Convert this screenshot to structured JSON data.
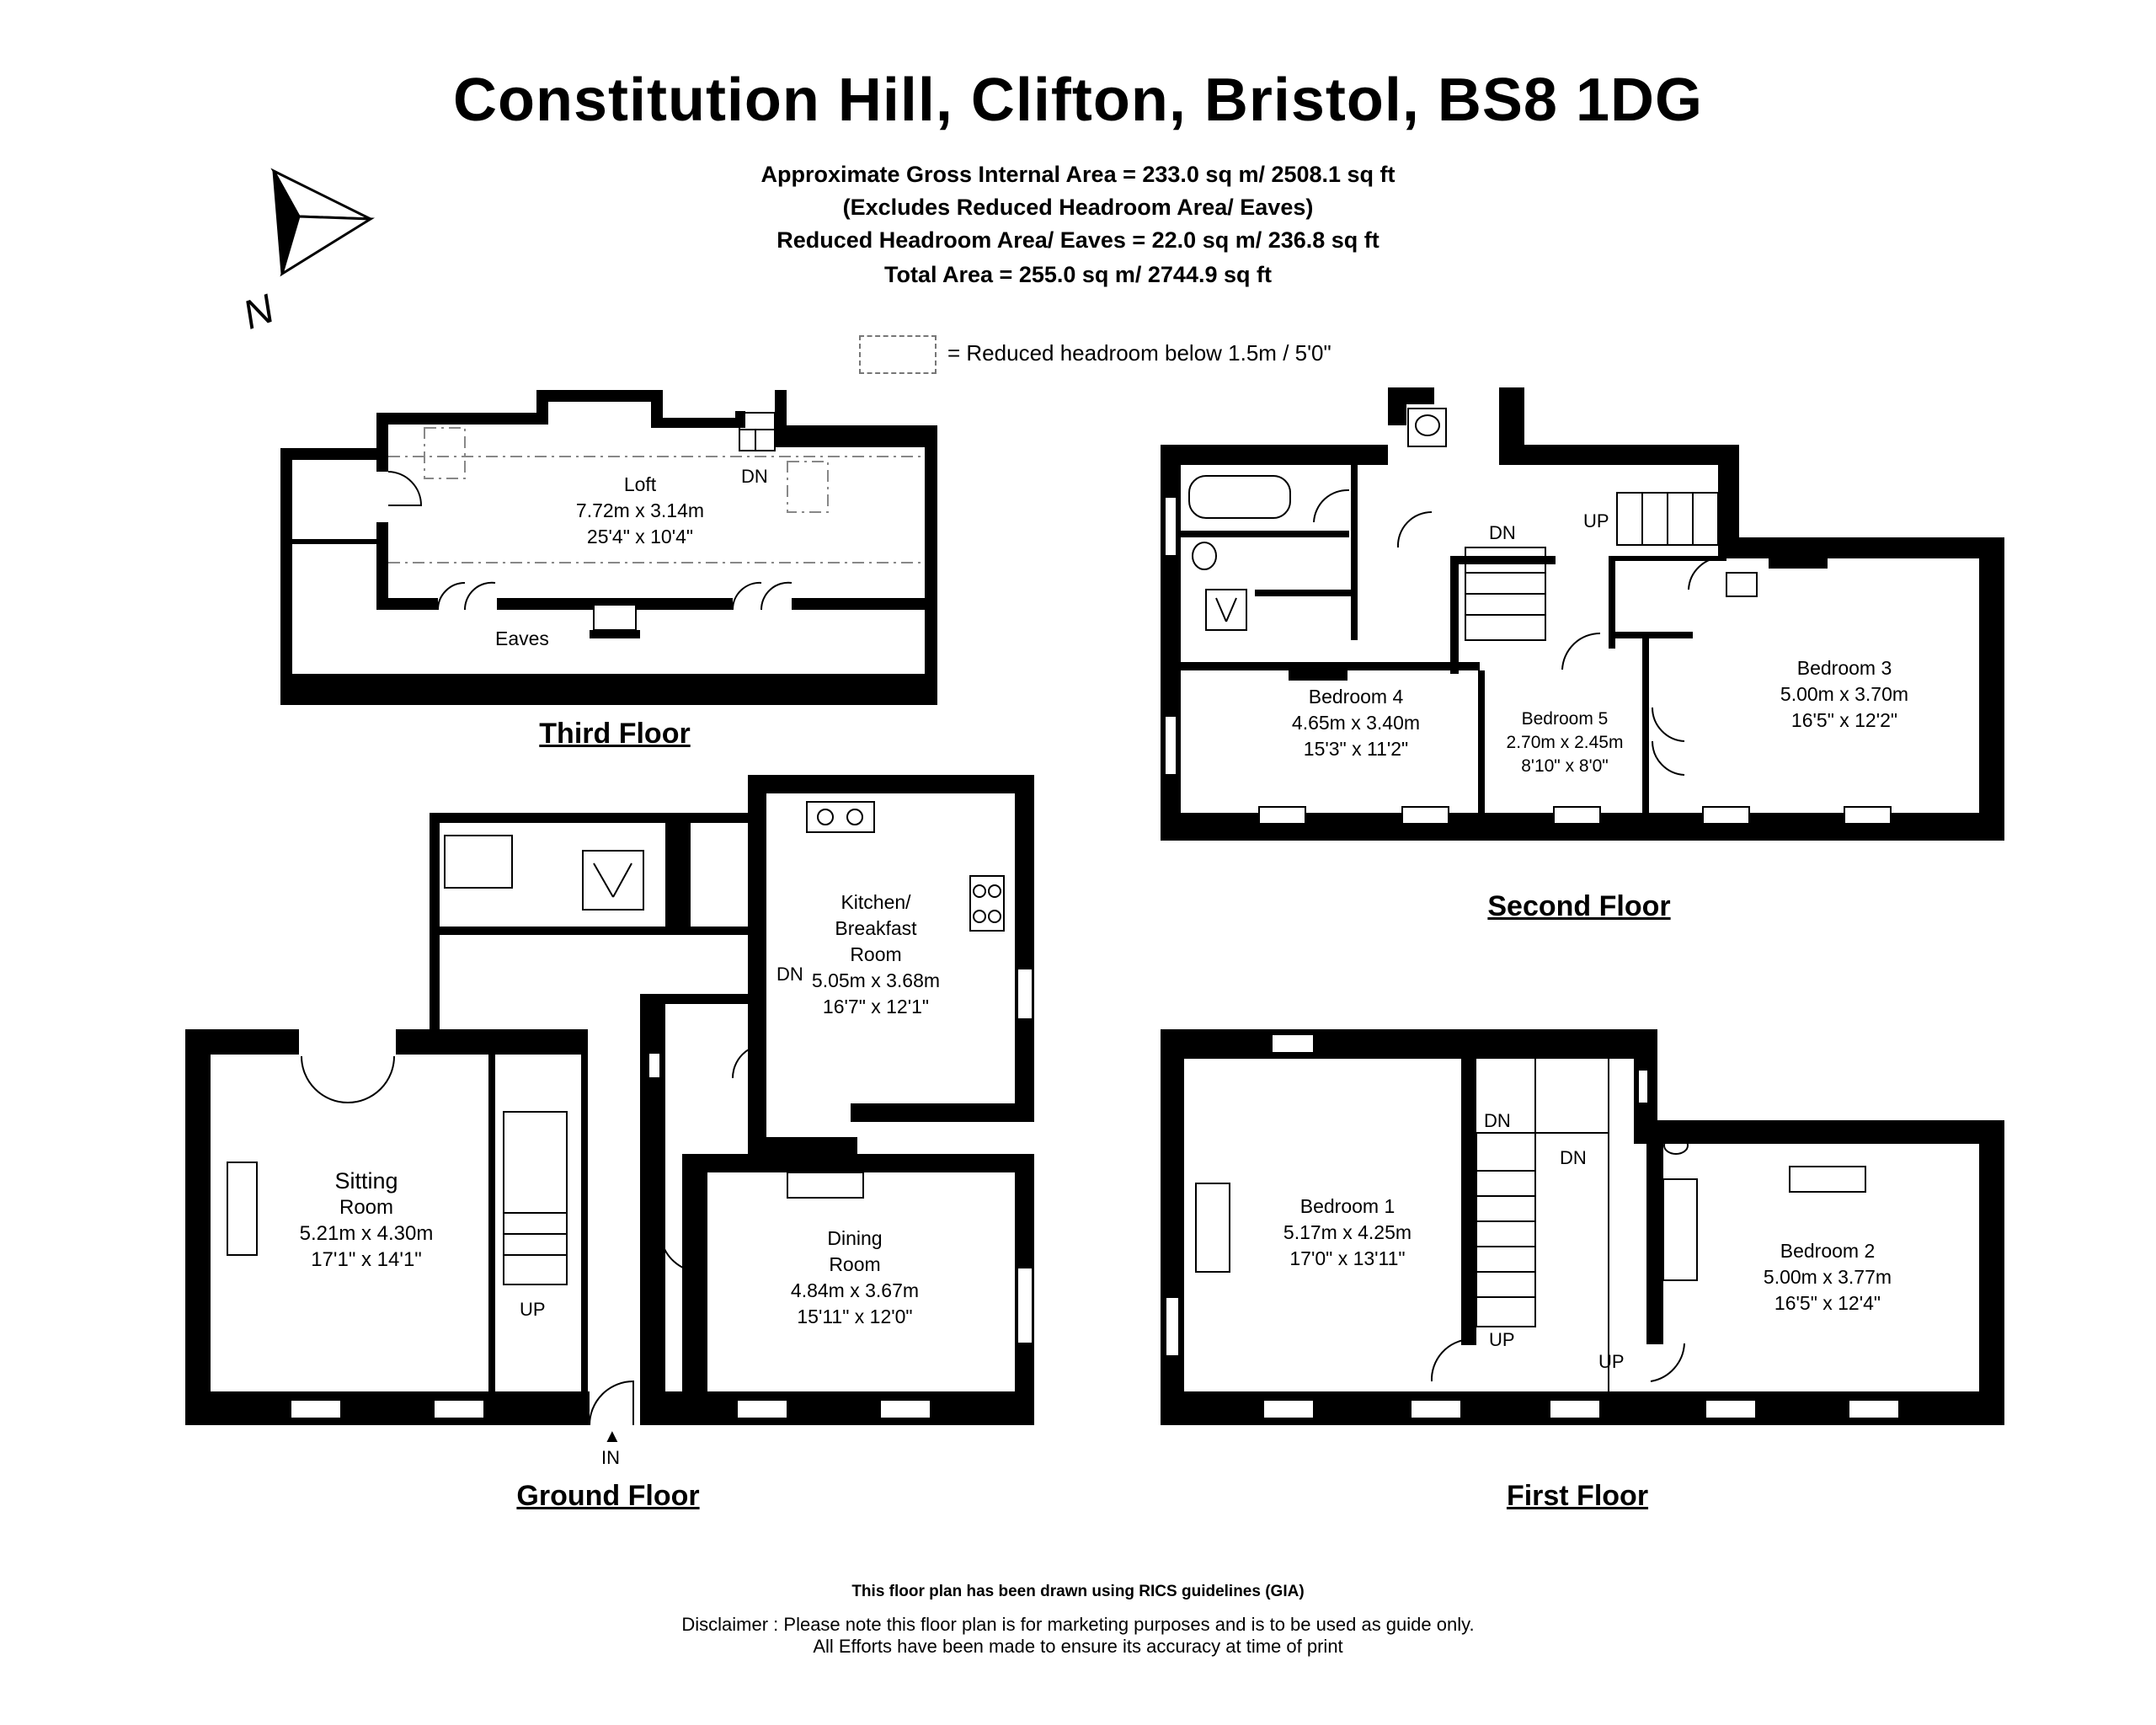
{
  "title": "Constitution Hill, Clifton, Bristol, BS8 1DG",
  "areas": {
    "gross": "Approximate Gross Internal Area = 233.0 sq m/ 2508.1 sq ft",
    "excludes": "(Excludes Reduced Headroom Area/ Eaves)",
    "reduced": "Reduced Headroom Area/ Eaves = 22.0 sq m/ 236.8 sq ft",
    "total": "Total Area = 255.0 sq m/ 2744.9 sq ft"
  },
  "legend": "= Reduced headroom below 1.5m / 5'0\"",
  "compass_label": "N",
  "floors": {
    "third": {
      "title": "Third Floor",
      "loft": {
        "name": "Loft",
        "metric": "7.72m x 3.14m",
        "imperial": "25'4\" x 10'4\""
      },
      "eaves": "Eaves",
      "dn": "DN"
    },
    "second": {
      "title": "Second Floor",
      "bedroom4": {
        "name": "Bedroom 4",
        "metric": "4.65m x 3.40m",
        "imperial": "15'3\" x 11'2\""
      },
      "bedroom5": {
        "name": "Bedroom 5",
        "metric": "2.70m x 2.45m",
        "imperial": "8'10\" x 8'0\""
      },
      "bedroom3": {
        "name": "Bedroom 3",
        "metric": "5.00m x 3.70m",
        "imperial": "16'5\" x 12'2\""
      },
      "dn": "DN",
      "up": "UP"
    },
    "ground": {
      "title": "Ground Floor",
      "kitchen": {
        "name1": "Kitchen/",
        "name2": "Breakfast",
        "name3": "Room",
        "metric": "5.05m x 3.68m",
        "imperial": "16'7\" x 12'1\""
      },
      "sitting": {
        "name1": "Sitting",
        "name2": "Room",
        "metric": "5.21m x 4.30m",
        "imperial": "17'1\" x 14'1\""
      },
      "dining": {
        "name1": "Dining",
        "name2": "Room",
        "metric": "4.84m x 3.67m",
        "imperial": "15'11\" x 12'0\""
      },
      "dn": "DN",
      "up": "UP",
      "in": "IN"
    },
    "first": {
      "title": "First Floor",
      "bedroom1": {
        "name": "Bedroom 1",
        "metric": "5.17m x 4.25m",
        "imperial": "17'0\" x 13'11\""
      },
      "bedroom2": {
        "name": "Bedroom 2",
        "metric": "5.00m x 3.77m",
        "imperial": "16'5\" x 12'4\""
      },
      "dn1": "DN",
      "dn2": "DN",
      "up1": "UP",
      "up2": "UP"
    }
  },
  "footer": {
    "guidelines": "This floor plan has been drawn using RICS guidelines (GIA)",
    "disclaimer": "Disclaimer : Please note this floor plan is for marketing purposes and is to be used as guide only.",
    "efforts": "All Efforts have been made to ensure its accuracy at time of print"
  }
}
